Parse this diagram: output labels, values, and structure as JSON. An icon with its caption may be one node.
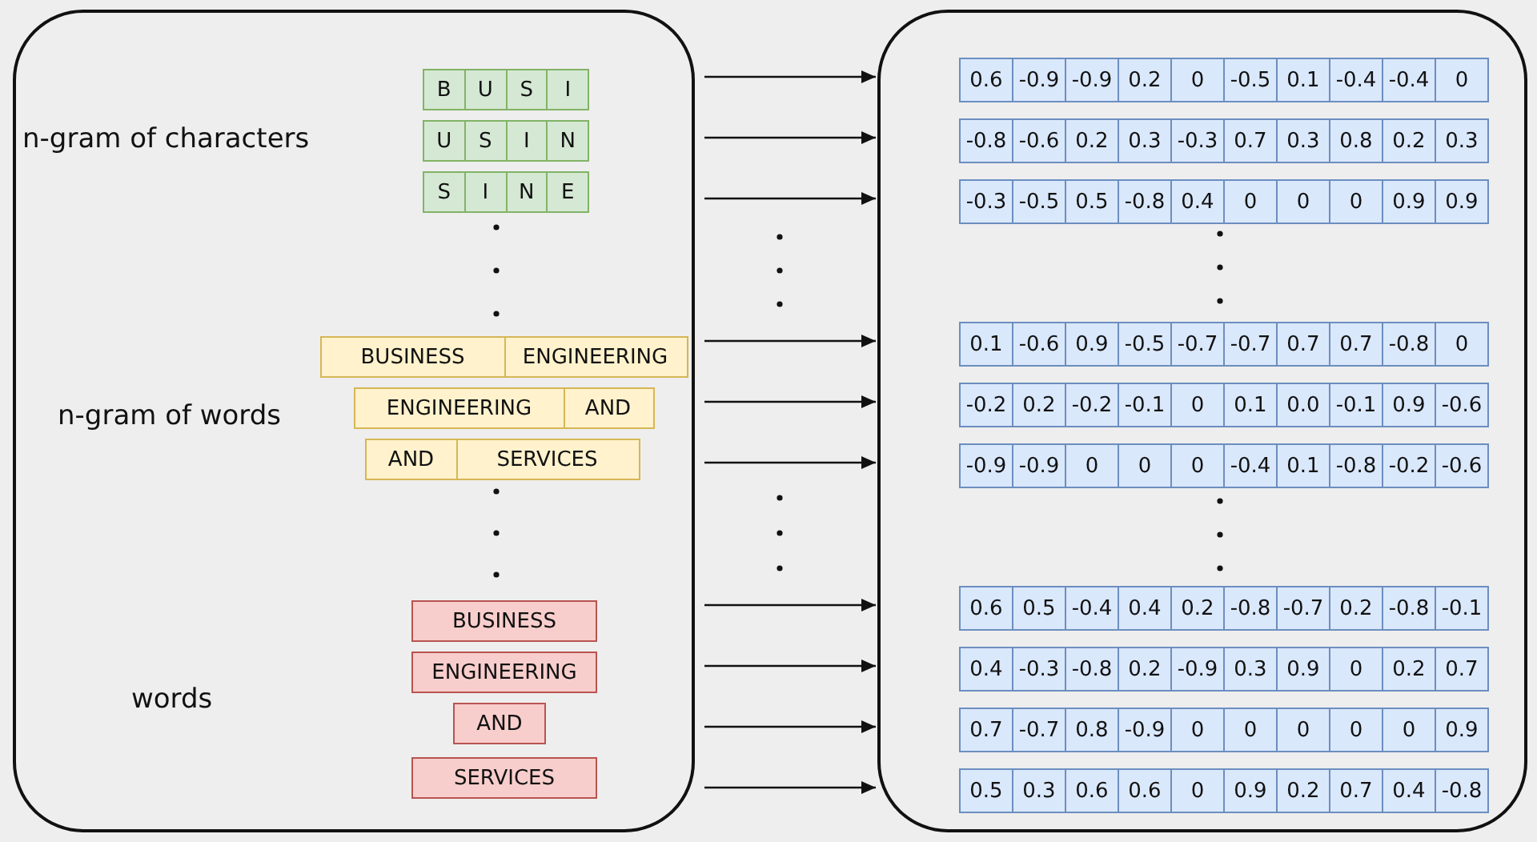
{
  "diagram": {
    "nodes": [
      {
        "text": [],
        "shape": "box"
      },
      {
        "text": [
          "B",
          "U",
          "S",
          "I"
        ],
        "in": 0
      },
      {
        "text": [
          "U",
          "S",
          "I",
          "N"
        ],
        "in": 0
      },
      {
        "text": [
          "S",
          "I",
          "N",
          "E"
        ],
        "in": 0
      },
      {
        "text": [
          "BUSINESS",
          "ENGINEERING"
        ],
        "in": 0
      },
      {
        "text": [
          "ENGINEERING",
          "AND"
        ],
        "in": 0
      },
      {
        "text": [
          "AND",
          "SERVICES"
        ],
        "in": 0
      },
      {
        "text": [
          "BUSINESS"
        ],
        "in": 0
      },
      {
        "text": [
          "ENGINEERING"
        ],
        "in": 0
      },
      {
        "text": [
          "AND"
        ],
        "in": 0
      },
      {
        "text": [
          "SERVICES"
        ],
        "in": 0
      },
      {
        "text": [],
        "shape": "box"
      },
      {
        "text": [
          "0.6",
          "-0.9",
          "-0.9",
          "0.2",
          "0",
          "-0.5",
          "0.1",
          "-0.4",
          "-0.4",
          "0"
        ],
        "in": 11
      },
      {
        "text": [
          "-0.8",
          "-0.6",
          "0.2",
          "0.3",
          "-0.3",
          "0.7",
          "0.3",
          "0.8",
          "0.2",
          "0.3"
        ],
        "in": 11
      },
      {
        "text": [
          "-0.3",
          "-0.5",
          "0.5",
          "-0.8",
          "0.4",
          "0",
          "0",
          "0",
          "0.9",
          "0.9"
        ],
        "in": 11
      },
      {
        "text": [
          "0.1",
          "-0.6",
          "0.9",
          "-0.5",
          "-0.7",
          "-0.7",
          "0.7",
          "0.7",
          "-0.8",
          "0"
        ],
        "in": 11
      },
      {
        "text": [
          "-0.2",
          "0.2",
          "-0.2",
          "-0.1",
          "0",
          "0.1",
          "0.0",
          "-0.1",
          "0.9",
          "-0.6"
        ],
        "in": 11
      },
      {
        "text": [
          "-0.9",
          "-0.9",
          "0",
          "0",
          "0",
          "-0.4",
          "0.1",
          "-0.8",
          "-0.2",
          "-0.6"
        ],
        "in": 11
      },
      {
        "text": [
          "0.6",
          "0.5",
          "-0.4",
          "0.4",
          "0.2",
          "-0.8",
          "-0.7",
          "0.2",
          "-0.8",
          "-0.1"
        ],
        "in": 11
      },
      {
        "text": [
          "0.4",
          "-0.3",
          "-0.8",
          "0.2",
          "-0.9",
          "0.3",
          "0.9",
          "0",
          "0.2",
          "0.7"
        ],
        "in": 11
      },
      {
        "text": [
          "0.7",
          "-0.7",
          "0.8",
          "-0.9",
          "0",
          "0",
          "0",
          "0",
          "0",
          "0.9"
        ],
        "in": 11
      },
      {
        "text": [
          "0.5",
          "0.3",
          "0.6",
          "0.6",
          "0",
          "0.9",
          "0.2",
          "0.7",
          "0.4",
          "-0.8"
        ],
        "in": 11
      }
    ],
    "edges": [
      {
        "from": 0,
        "to": 11,
        "arrow": "to"
      },
      {
        "from": 0,
        "to": 11,
        "arrow": "to"
      },
      {
        "from": 0,
        "to": 11,
        "arrow": "to"
      },
      {
        "from": 0,
        "to": 11,
        "arrow": "to"
      },
      {
        "from": 0,
        "to": 11,
        "arrow": "to"
      },
      {
        "from": 0,
        "to": 11,
        "arrow": "to"
      },
      {
        "from": 0,
        "to": 11,
        "arrow": "to"
      },
      {
        "from": 0,
        "to": 11,
        "arrow": "to"
      },
      {
        "from": 0,
        "to": 11,
        "arrow": "to"
      },
      {
        "from": 0,
        "to": 11,
        "arrow": "to"
      }
    ],
    "labels": [
      "n-gram of characters",
      "n-gram of words",
      "words"
    ]
  }
}
